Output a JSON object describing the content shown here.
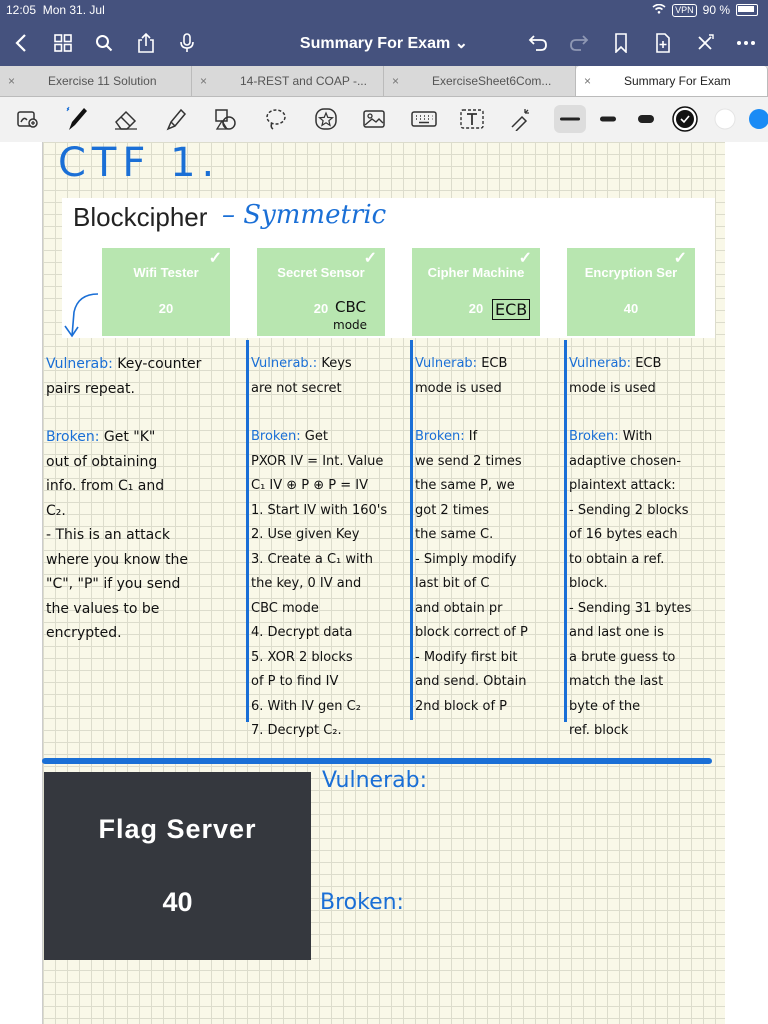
{
  "status_bar": {
    "time": "12:05",
    "date": "Mon 31. Jul",
    "vpn": "VPN",
    "battery": "90 %"
  },
  "nav": {
    "title": "Summary For Exam",
    "title_chevron": "⌄"
  },
  "tabs": [
    {
      "label": "Exercise 11 Solution",
      "close": "×"
    },
    {
      "label": "14-REST and COAP -...",
      "close": "×"
    },
    {
      "label": "ExerciseSheet6Com...",
      "close": "×"
    },
    {
      "label": "Summary For Exam",
      "close": "×",
      "active": true
    }
  ],
  "note": {
    "heading": "CTF 1.",
    "section_title": "Blockcipher",
    "section_subtitle": "– Symmetric",
    "challenges": [
      {
        "name": "Wifi Tester",
        "points": "20",
        "check": "✓"
      },
      {
        "name": "Secret Sensor",
        "points": "20",
        "check": "✓",
        "annotation_line1": "CBC",
        "annotation_line2": "mode"
      },
      {
        "name": "Cipher Machine",
        "points": "20",
        "check": "✓",
        "annotation_line1": "ECB"
      },
      {
        "name": "Encryption Ser",
        "points": "40",
        "check": "✓"
      }
    ],
    "columns": [
      {
        "vuln_label": "Vulnerab:",
        "vuln_text": [
          "Key-counter",
          "pairs repeat."
        ],
        "broken_label": "Broken:",
        "broken_text": [
          "Get \"K\"",
          "out of obtaining",
          "info. from C₁ and",
          "C₂.",
          "- This is an attack",
          "where you know the",
          "\"C\", \"P\" if you send",
          "the values to be",
          "encrypted."
        ]
      },
      {
        "vuln_label": "Vulnerab.:",
        "vuln_text": [
          "Keys",
          "are not secret"
        ],
        "broken_label": "Broken:",
        "broken_text": [
          "Get",
          "PXOR IV = Int. Value",
          "C₁ IV ⊕ P ⊕ P = IV",
          "1. Start IV with 160's",
          "2. Use given Key",
          "3. Create a C₁ with",
          "the key, 0 IV and",
          "CBC mode",
          "4. Decrypt data",
          "5. XOR 2 blocks",
          "of P to find IV",
          "6. With IV gen C₂",
          "7. Decrypt C₂."
        ]
      },
      {
        "vuln_label": "Vulnerab:",
        "vuln_text": [
          "ECB",
          "mode is used"
        ],
        "broken_label": "Broken:",
        "broken_text": [
          "If",
          "we send 2 times",
          "the same P, we",
          "got 2 times",
          "the same C.",
          "- Simply modify",
          "last bit of C",
          "and obtain pr",
          "block correct of P",
          "- Modify first bit",
          "and send. Obtain",
          "2nd block of P"
        ]
      },
      {
        "vuln_label": "Vulnerab:",
        "vuln_text": [
          "ECB",
          "mode is used"
        ],
        "broken_label": "Broken:",
        "broken_text": [
          "With",
          "adaptive chosen-",
          "plaintext attack:",
          "- Sending 2 blocks",
          "of 16 bytes each",
          "to obtain a ref.",
          "block.",
          "- Sending 31 bytes",
          "and last one is",
          "a brute guess to",
          "match the last",
          "byte of the",
          "ref. block"
        ]
      }
    ],
    "flag_card": {
      "name": "Flag Server",
      "points": "40"
    },
    "flag_vuln_label": "Vulnerab:",
    "flag_broken_label": "Broken:"
  },
  "colors": {
    "nav_bg": "#45527e",
    "ink_blue": "#1a6fd6",
    "card_green": "#b8e6b0",
    "flag_bg": "#35383e",
    "paper": "#f9f8e8"
  },
  "icons": {
    "nav_left": [
      "back-icon",
      "grid-icon",
      "search-icon",
      "share-icon",
      "microphone-icon"
    ],
    "nav_right": [
      "undo-icon",
      "redo-icon",
      "bookmark-icon",
      "add-page-icon",
      "close-x-icon",
      "more-icon"
    ],
    "toolbar": [
      "zoom-select-icon",
      "pen-icon",
      "eraser-icon",
      "highlighter-icon",
      "shapes-icon",
      "lasso-icon",
      "sticker-icon",
      "image-icon",
      "keyboard-icon",
      "text-box-icon",
      "laser-pointer-icon",
      "thin-stroke-icon",
      "medium-stroke-icon",
      "thick-stroke-icon",
      "black-color-icon",
      "white-color-icon",
      "blue-color-icon"
    ]
  }
}
